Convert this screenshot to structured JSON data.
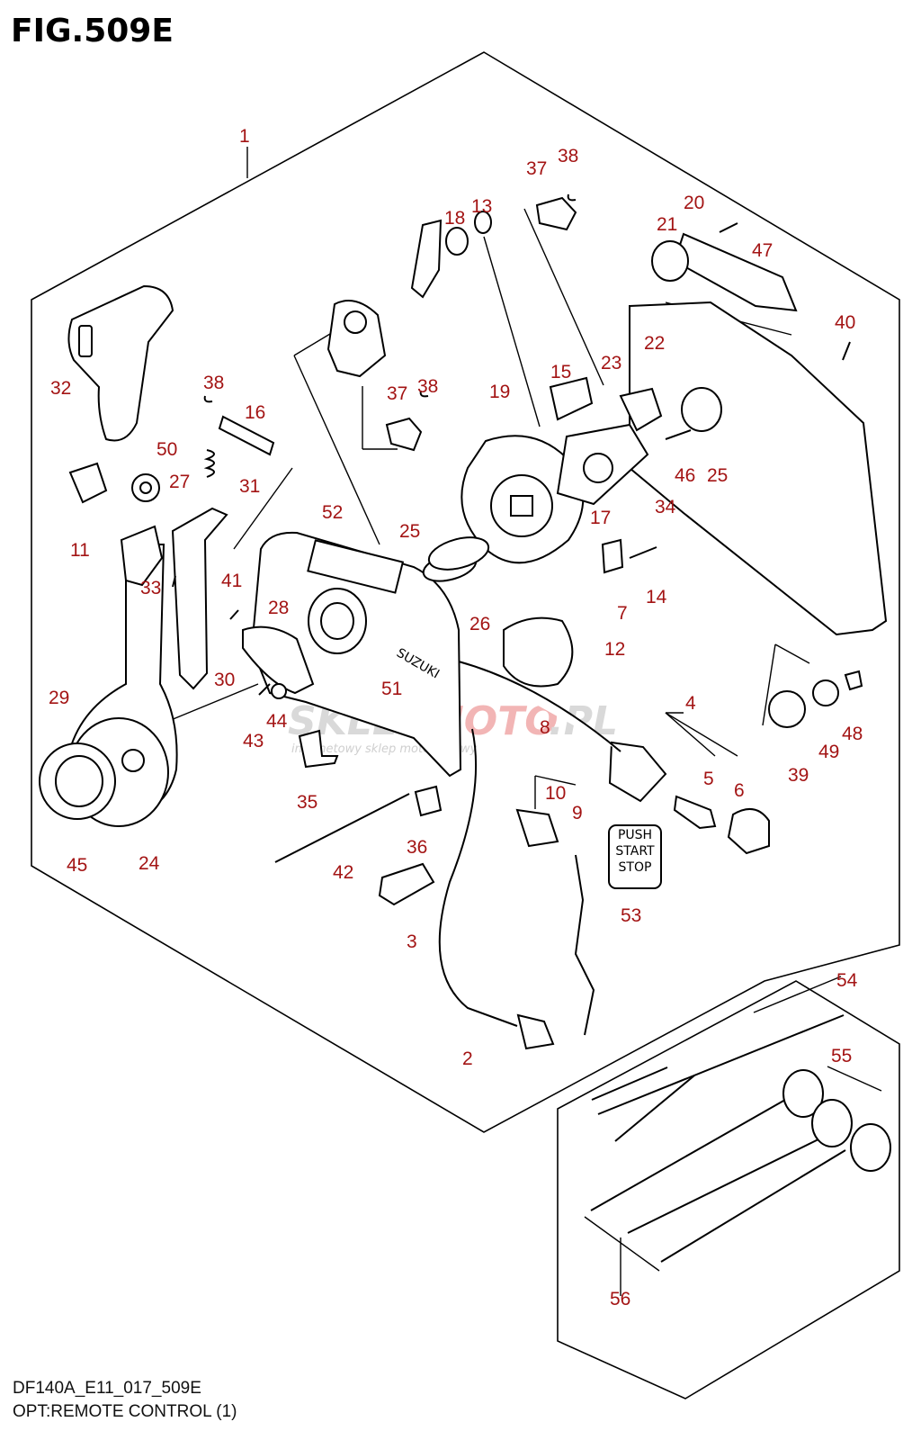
{
  "figure": {
    "title": "FIG.509E",
    "code": "DF140A_E11_017_509E",
    "caption": "OPT:REMOTE CONTROL (1)"
  },
  "watermark": {
    "brand_left": "SKLEP",
    "brand_mid": "MOTO",
    "brand_right": ".PL",
    "tagline": "internetowy sklep motocyklowy"
  },
  "decals": {
    "push": "PUSH",
    "start": "START",
    "stop": "STOP",
    "suzuki": "SUZUKI"
  },
  "callouts": {
    "c1": "1",
    "c2": "2",
    "c3": "3",
    "c4": "4",
    "c5": "5",
    "c6": "6",
    "c7": "7",
    "c8": "8",
    "c9": "9",
    "c10": "10",
    "c11": "11",
    "c12": "12",
    "c13": "13",
    "c14": "14",
    "c15": "15",
    "c16": "16",
    "c17": "17",
    "c18": "18",
    "c19": "19",
    "c20": "20",
    "c21": "21",
    "c22": "22",
    "c23": "23",
    "c24": "24",
    "c25a": "25",
    "c25b": "25",
    "c26": "26",
    "c27": "27",
    "c28": "28",
    "c29": "29",
    "c30": "30",
    "c31": "31",
    "c32": "32",
    "c33": "33",
    "c34": "34",
    "c35": "35",
    "c36": "36",
    "c37a": "37",
    "c37b": "37",
    "c38a": "38",
    "c38b": "38",
    "c38c": "38",
    "c39": "39",
    "c40": "40",
    "c41": "41",
    "c42": "42",
    "c43": "43",
    "c44": "44",
    "c45": "45",
    "c46": "46",
    "c47": "47",
    "c48": "48",
    "c49": "49",
    "c50": "50",
    "c51": "51",
    "c52": "52",
    "c53": "53",
    "c54": "54",
    "c55": "55",
    "c56": "56"
  },
  "colors": {
    "callout": "#a31414",
    "line": "#000000",
    "watermark": "#d9d9d9",
    "watermark_accent": "#f2b5b5"
  }
}
